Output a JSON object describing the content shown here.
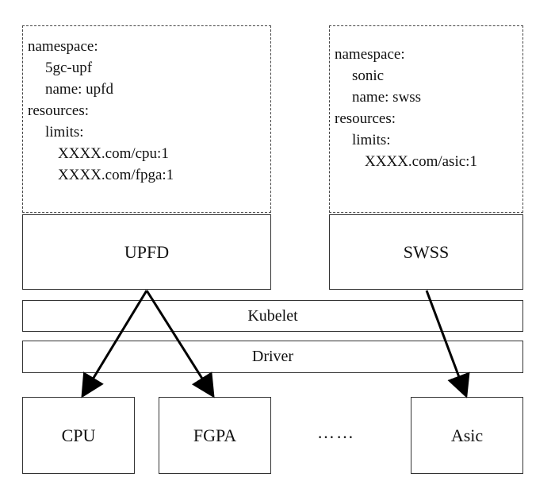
{
  "upfd_spec": {
    "lines": [
      "namespace:",
      "5gc-upf",
      "name: upfd",
      "resources:",
      "limits:",
      "XXXX.com/cpu:1",
      "XXXX.com/fpga:1"
    ]
  },
  "swss_spec": {
    "lines": [
      "namespace:",
      "sonic",
      "name: swss",
      "resources:",
      "limits:",
      "XXXX.com/asic:1"
    ]
  },
  "pods": {
    "upfd": "UPFD",
    "swss": "SWSS"
  },
  "layers": {
    "kubelet": "Kubelet",
    "driver": "Driver"
  },
  "devices": {
    "cpu": "CPU",
    "fgpa": "FGPA",
    "ellipsis": "……",
    "asic": "Asic"
  }
}
